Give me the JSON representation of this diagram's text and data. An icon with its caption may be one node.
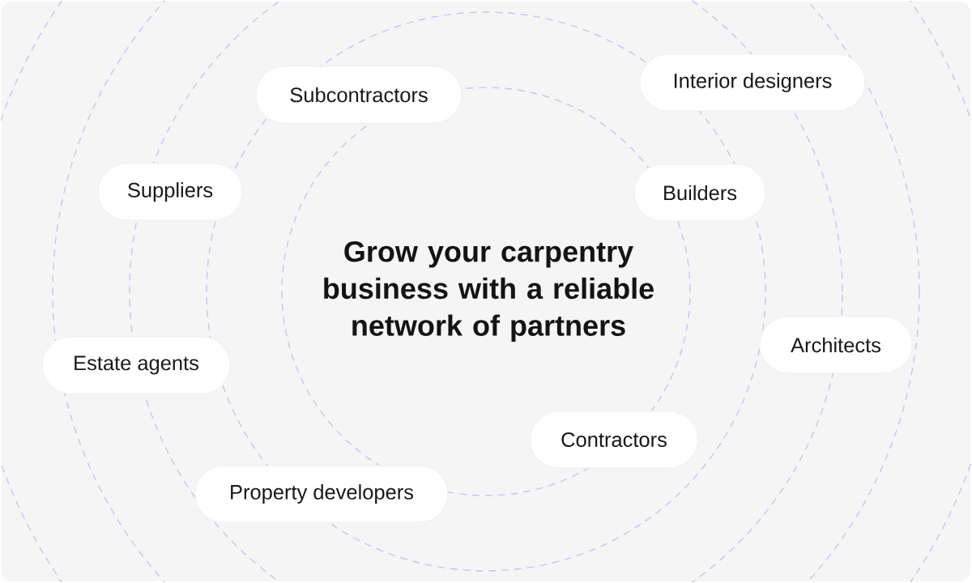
{
  "diagram": {
    "title": "Grow your carpentry business with a reliable network of partners",
    "nodes": [
      {
        "text": [
          "Interior designers"
        ]
      },
      {
        "text": [
          "Subcontractors"
        ]
      },
      {
        "text": [
          "Suppliers"
        ]
      },
      {
        "text": [
          "Builders"
        ]
      },
      {
        "text": [
          "Architects"
        ]
      },
      {
        "text": [
          "Estate agents"
        ]
      },
      {
        "text": [
          "Contractors"
        ]
      },
      {
        "text": [
          "Property developers"
        ]
      }
    ]
  }
}
